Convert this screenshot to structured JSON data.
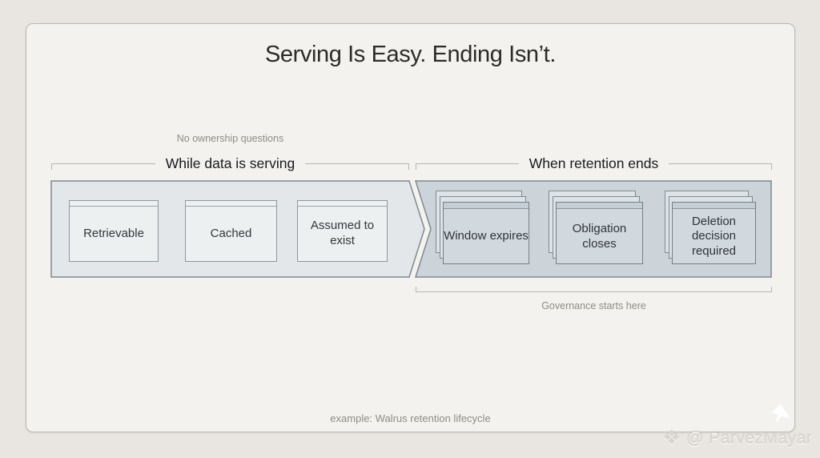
{
  "slide": {
    "title": "Serving Is Easy. Ending Isn’t.",
    "footer_note": "example: Walrus retention lifecycle"
  },
  "serving_phase": {
    "annotation": "No ownership questions",
    "label": "While data is serving",
    "cards": [
      "Retrievable",
      "Cached",
      "Assumed to exist"
    ]
  },
  "retention_phase": {
    "label": "When retention ends",
    "annotation": "Governance starts here",
    "cards": [
      "Window expires",
      "Obligation closes",
      "Deletion decision required"
    ]
  },
  "watermark": {
    "icon_glyph": "❖",
    "handle": "@ ParvezMayar"
  },
  "colors": {
    "canvas_bg": "#e9e6e1",
    "slide_bg": "#f4f2ee",
    "serving_container_fill": "#e3e7e9",
    "retention_container_fill": "#ccd4da",
    "container_border": "#7e8892",
    "card_fill_serving": "#edf0f1",
    "card_fill_retention": "#d2d9de",
    "muted_text": "#8f8c85",
    "dark_text": "#2b2c2a"
  }
}
